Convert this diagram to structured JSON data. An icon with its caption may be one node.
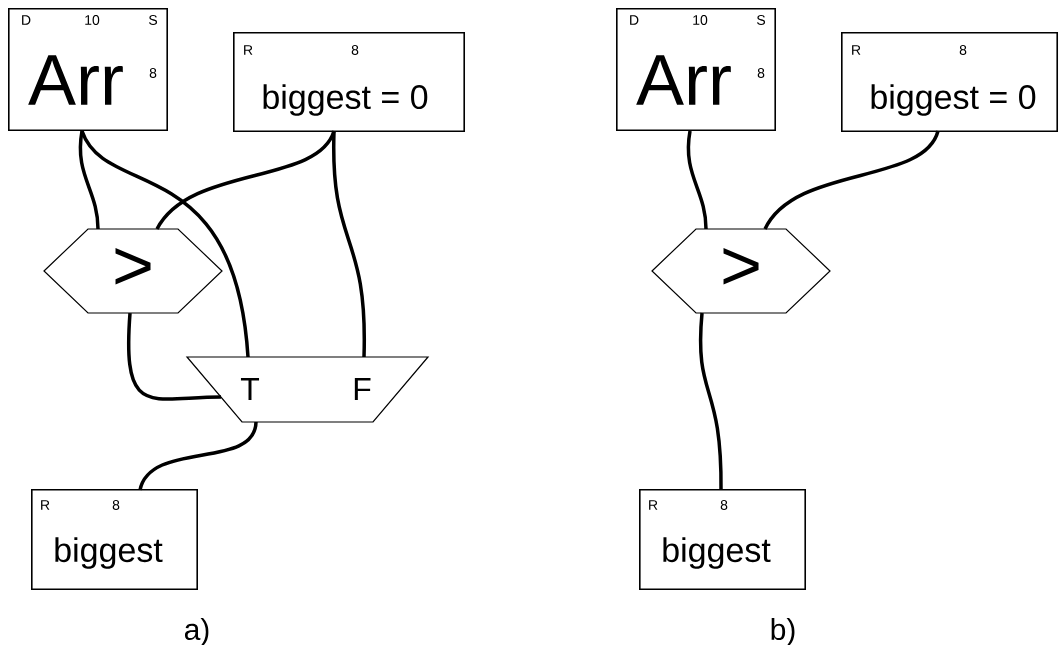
{
  "diagram": {
    "nodes": [
      {
        "text": [
          "D",
          "10",
          "S",
          "Arr",
          "8"
        ]
      },
      {
        "text": [
          "R",
          "8",
          "biggest = 0"
        ]
      },
      {
        "text": [
          ">"
        ]
      },
      {
        "text": [
          "T",
          "F"
        ]
      },
      {
        "text": [
          "R",
          "8",
          "biggest"
        ]
      },
      {
        "text": [
          "D",
          "10",
          "S",
          "Arr",
          "8"
        ]
      },
      {
        "text": [
          "R",
          "8",
          "biggest = 0"
        ]
      },
      {
        "text": [
          ">"
        ]
      },
      {
        "text": [
          "R",
          "8",
          "biggest"
        ]
      }
    ],
    "edges": [
      {
        "from": 0,
        "to": 2,
        "arrow": "none"
      },
      {
        "from": 1,
        "to": 2,
        "arrow": "none"
      },
      {
        "from": 0,
        "to": 3,
        "arrow": "none"
      },
      {
        "from": 1,
        "to": 3,
        "arrow": "none"
      },
      {
        "from": 2,
        "to": 3,
        "arrow": "none"
      },
      {
        "from": 3,
        "to": 4,
        "arrow": "none"
      },
      {
        "from": 5,
        "to": 7,
        "arrow": "none"
      },
      {
        "from": 6,
        "to": 7,
        "arrow": "none"
      },
      {
        "from": 7,
        "to": 8,
        "arrow": "none"
      }
    ],
    "labels": [
      "a)",
      "b)"
    ]
  }
}
